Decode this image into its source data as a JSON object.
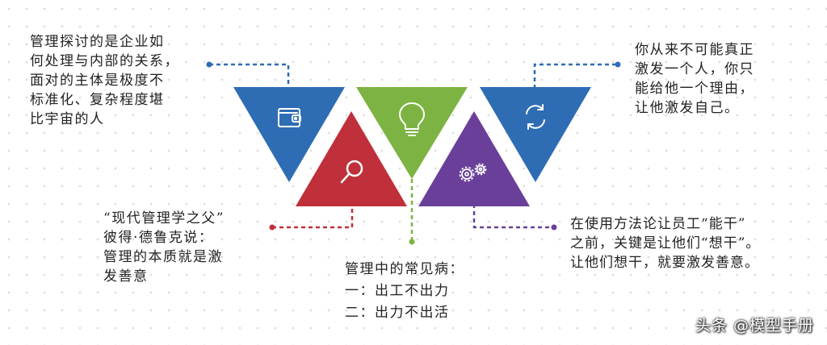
{
  "nodes": [
    {
      "id": "blue-left",
      "color": "#2e6db4",
      "icon": "wallet-icon",
      "text": "管理探讨的是企业如\n何处理与内部的关系，\n面对的主体是极度不\n标准化、复杂程度堪\n比宇宙的人"
    },
    {
      "id": "red",
      "color": "#c0303a",
      "icon": "magnifier-icon",
      "text": "“现代管理学之父”\n彼得·德鲁克说：\n管理的本质就是激\n发善意"
    },
    {
      "id": "green",
      "color": "#7cb342",
      "icon": "lightbulb-icon",
      "text": "管理中的常见病：\n一：出工不出力\n二：出力不出活"
    },
    {
      "id": "purple",
      "color": "#6a3f9a",
      "icon": "gears-icon",
      "text": "在使用方法论让员工“能干”\n之前，关键是让他们“想干”。\n让他们想干，就要激发善意。"
    },
    {
      "id": "blue-right",
      "color": "#2e6db4",
      "icon": "refresh-icon",
      "text": "你从来不可能真正\n激发一个人，你只\n能给他一个理由，\n让他激发自己。"
    }
  ],
  "watermark": "头条 @模型手册"
}
